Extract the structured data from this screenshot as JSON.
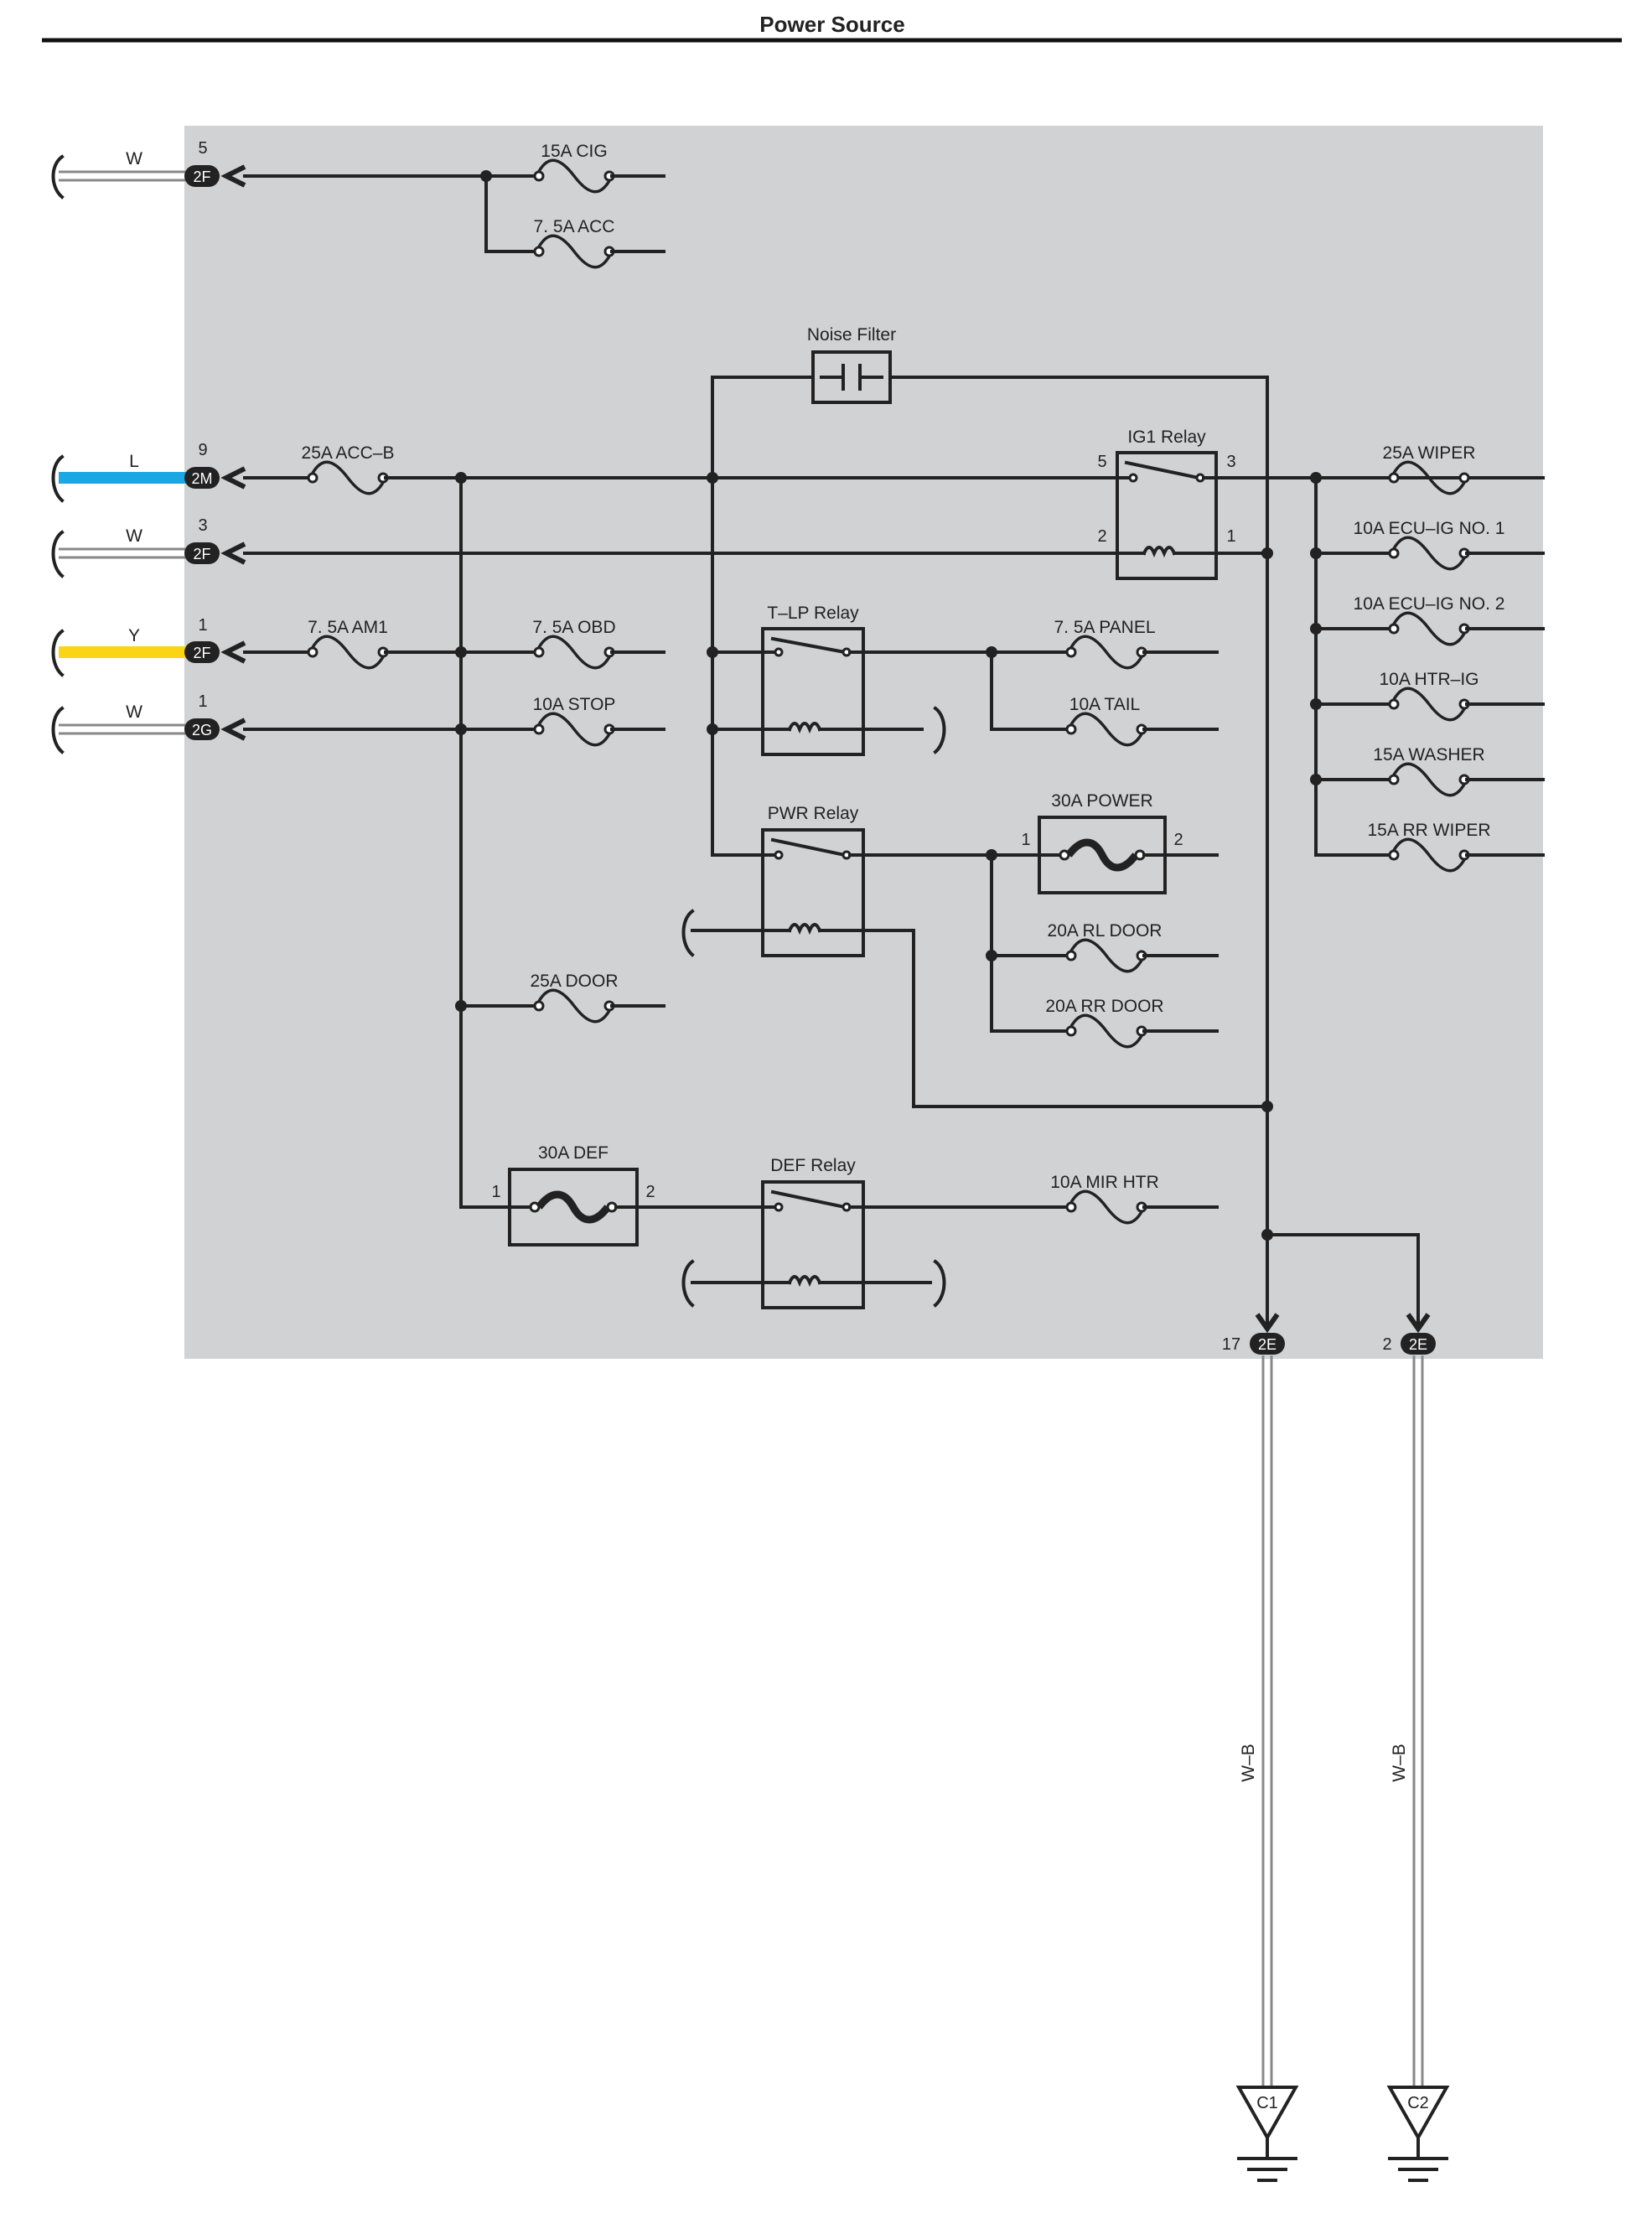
{
  "title": "Power Source",
  "colors": {
    "panel": "#d1d2d4",
    "wire_L": "#1aa7e4",
    "wire_Y": "#fbd416",
    "ink": "#222222"
  },
  "inputs": [
    {
      "wire": "W",
      "pin": "5",
      "connector": "2F"
    },
    {
      "wire": "L",
      "pin": "9",
      "connector": "2M"
    },
    {
      "wire": "W",
      "pin": "3",
      "connector": "2F"
    },
    {
      "wire": "Y",
      "pin": "1",
      "connector": "2F"
    },
    {
      "wire": "W",
      "pin": "1",
      "connector": "2G"
    }
  ],
  "fuses": {
    "cig": "15A CIG",
    "acc": "7. 5A ACC",
    "acc_b": "25A ACC–B",
    "am1": "7. 5A AM1",
    "obd": "7. 5A OBD",
    "stop": "10A STOP",
    "door": "25A DOOR",
    "panel": "7. 5A PANEL",
    "tail": "10A TAIL",
    "rl_door": "20A RL DOOR",
    "rr_door": "20A RR DOOR",
    "mir_htr": "10A MIR HTR",
    "wiper": "25A WIPER",
    "ecu_ig1": "10A ECU–IG NO. 1",
    "ecu_ig2": "10A ECU–IG NO. 2",
    "htr_ig": "10A HTR–IG",
    "washer": "15A WASHER",
    "rr_wiper": "15A RR WIPER"
  },
  "fusible_links": {
    "power": {
      "label": "30A POWER",
      "pin_in": "1",
      "pin_out": "2"
    },
    "def": {
      "label": "30A DEF",
      "pin_in": "1",
      "pin_out": "2"
    }
  },
  "relays": {
    "ig1": {
      "label": "IG1 Relay",
      "pins": [
        "5",
        "3",
        "2",
        "1"
      ]
    },
    "tlp": {
      "label": "T–LP Relay"
    },
    "pwr": {
      "label": "PWR Relay"
    },
    "def": {
      "label": "DEF Relay"
    }
  },
  "noise_filter": "Noise Filter",
  "outputs": [
    {
      "pin": "17",
      "connector": "2E",
      "wire": "W–B",
      "ground": "C1"
    },
    {
      "pin": "2",
      "connector": "2E",
      "wire": "W–B",
      "ground": "C2"
    }
  ]
}
